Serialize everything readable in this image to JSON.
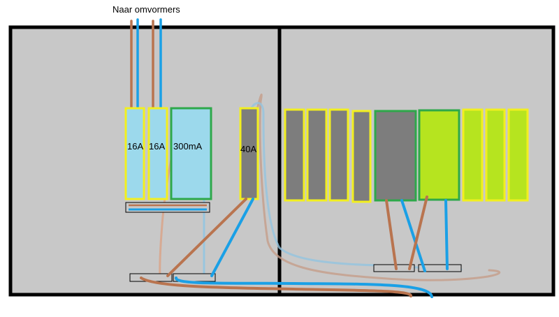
{
  "title": "Naar omvormers",
  "labels": {
    "breaker1": "16A",
    "breaker2": "16A",
    "rcd": "300mA",
    "main": "40A"
  },
  "colors": {
    "panel": "#c8c8c8",
    "frame": "#000000",
    "brown_wire": "#b9744f",
    "blue_wire": "#1aa0e6",
    "light_blue_module": "#9cd9ec",
    "yellow_border": "#f2ef1f",
    "green_border": "#2ea84a",
    "dark_module": "#7d7d7d",
    "lime_module": "#b6e41f"
  }
}
